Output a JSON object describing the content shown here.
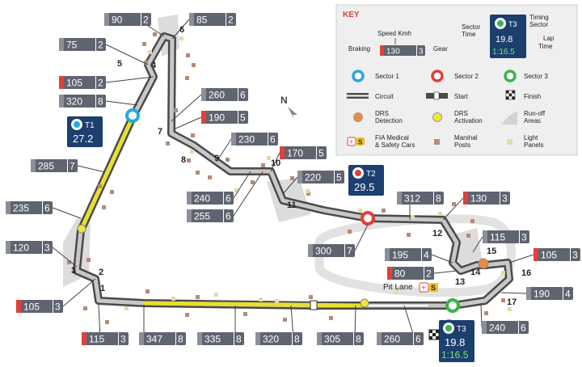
{
  "key": {
    "title": "KEY",
    "speed_kmh": "Speed Kmh",
    "braking": "Braking",
    "gear": "Gear",
    "sample_speed": "130",
    "sample_gear": "3",
    "sector_time": [
      "Sector",
      "Time"
    ],
    "timing_sector": [
      "Timing",
      "Sector"
    ],
    "lap_time": [
      "Lap",
      "Time"
    ],
    "sample_sector": "T3",
    "sample_sector_time": "19.8",
    "sample_lap_time": "1:16.5",
    "sector1": "Sector 1",
    "sector2": "Sector 2",
    "sector3": "Sector 3",
    "circuit": "Circuit",
    "start": "Start",
    "finish": "Finish",
    "drs_detection": [
      "DRS",
      "Detection"
    ],
    "drs_activation": [
      "DRS",
      "Activation"
    ],
    "runoff": [
      "Run-off",
      "Areas"
    ],
    "fia": [
      "FIA Medical",
      "& Safety Cars"
    ],
    "marshal": [
      "Marshal",
      "Posts"
    ],
    "light": [
      "Light",
      "Panels"
    ]
  },
  "colors": {
    "sector1": "#2aa9d8",
    "sector2": "#e0403a",
    "sector3": "#3ab54a",
    "drs_detection": "#f08a3e",
    "drs_activation": "#f2e53a",
    "timing_bg": "#1c3f6e",
    "brake_red": "#e0403a",
    "box_bg": "#5f6470",
    "marshal": "#b48c78",
    "light": "#e8d7a8"
  },
  "north": "N",
  "pit_lane": "Pit Lane",
  "corners": [
    "1",
    "2",
    "3",
    "4",
    "5",
    "6",
    "7",
    "8",
    "9",
    "10",
    "11",
    "12",
    "13",
    "14",
    "15",
    "16",
    "17"
  ],
  "speed_boxes": [
    {
      "speed": "90",
      "gear": "2",
      "brake": false
    },
    {
      "speed": "85",
      "gear": "2",
      "brake": false
    },
    {
      "speed": "75",
      "gear": "2",
      "brake": false
    },
    {
      "speed": "105",
      "gear": "2",
      "brake": true
    },
    {
      "speed": "320",
      "gear": "8",
      "brake": false
    },
    {
      "speed": "260",
      "gear": "6",
      "brake": false
    },
    {
      "speed": "190",
      "gear": "5",
      "brake": true
    },
    {
      "speed": "230",
      "gear": "6",
      "brake": false
    },
    {
      "speed": "170",
      "gear": "5",
      "brake": true
    },
    {
      "speed": "220",
      "gear": "5",
      "brake": false
    },
    {
      "speed": "240",
      "gear": "6",
      "brake": false
    },
    {
      "speed": "255",
      "gear": "6",
      "brake": false
    },
    {
      "speed": "285",
      "gear": "7",
      "brake": false
    },
    {
      "speed": "235",
      "gear": "6",
      "brake": false
    },
    {
      "speed": "120",
      "gear": "3",
      "brake": false
    },
    {
      "speed": "105",
      "gear": "3",
      "brake": true
    },
    {
      "speed": "312",
      "gear": "8",
      "brake": false
    },
    {
      "speed": "130",
      "gear": "3",
      "brake": true
    },
    {
      "speed": "300",
      "gear": "7",
      "brake": false
    },
    {
      "speed": "115",
      "gear": "3",
      "brake": false
    },
    {
      "speed": "195",
      "gear": "4",
      "brake": false
    },
    {
      "speed": "105",
      "gear": "3",
      "brake": true
    },
    {
      "speed": "80",
      "gear": "2",
      "brake": true
    },
    {
      "speed": "190",
      "gear": "4",
      "brake": false
    },
    {
      "speed": "240",
      "gear": "6",
      "brake": false
    },
    {
      "speed": "115",
      "gear": "3",
      "brake": true
    },
    {
      "speed": "347",
      "gear": "8",
      "brake": false
    },
    {
      "speed": "335",
      "gear": "8",
      "brake": false
    },
    {
      "speed": "320",
      "gear": "8",
      "brake": false
    },
    {
      "speed": "305",
      "gear": "8",
      "brake": false
    },
    {
      "speed": "260",
      "gear": "6",
      "brake": false
    }
  ],
  "sectors": [
    {
      "label": "T1",
      "time": "27.2",
      "lap": ""
    },
    {
      "label": "T2",
      "time": "29.5",
      "lap": ""
    },
    {
      "label": "T3",
      "time": "19.8",
      "lap": "1:16.5"
    }
  ]
}
